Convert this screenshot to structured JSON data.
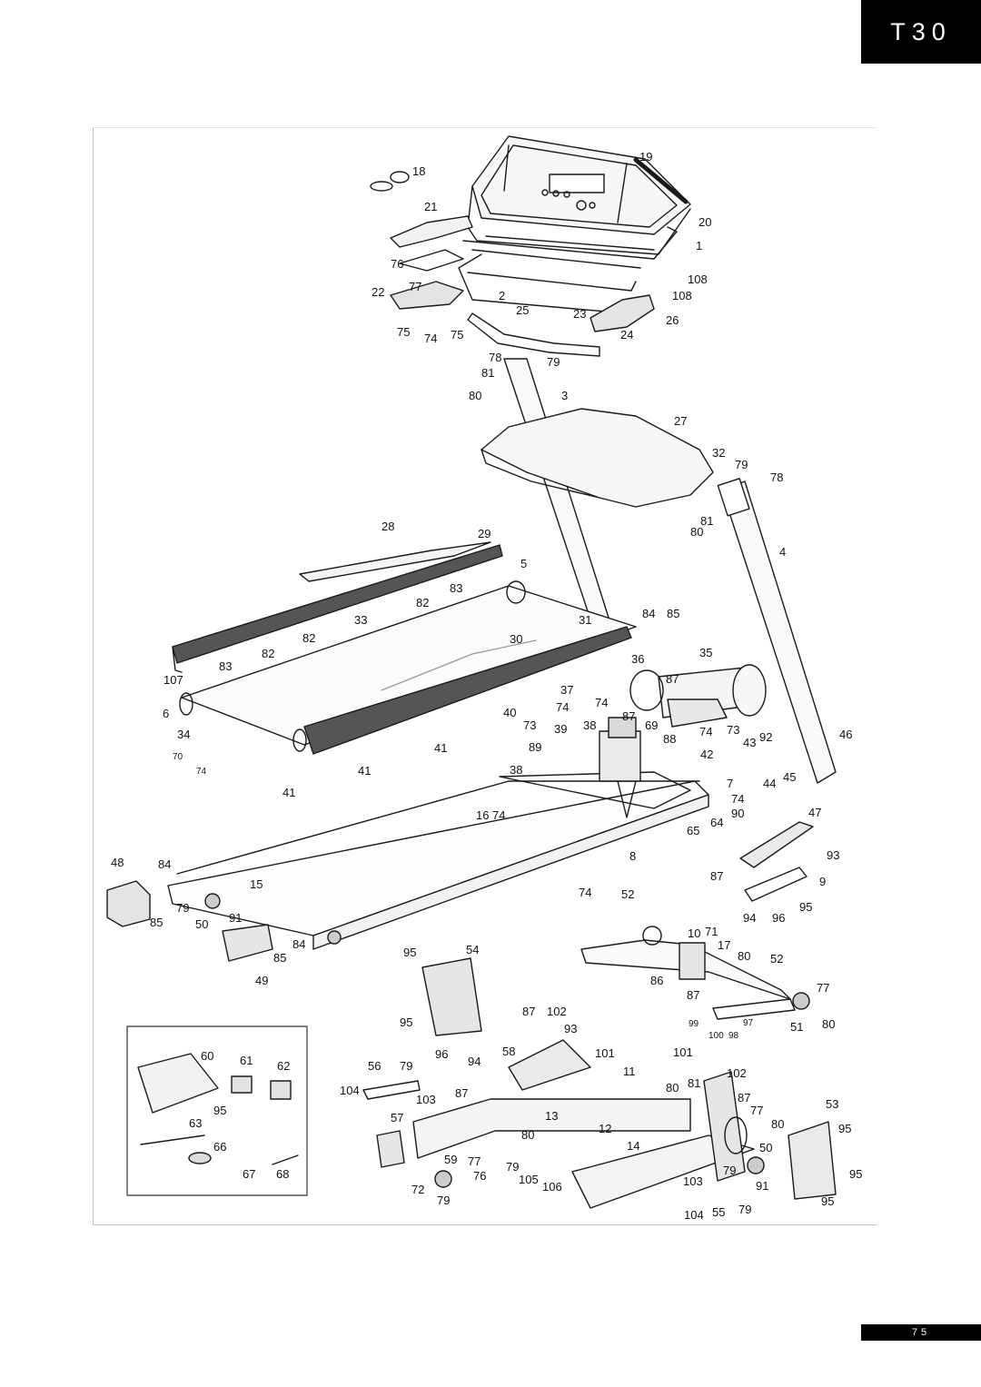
{
  "header": {
    "model": "T30"
  },
  "footer": {
    "page_number": "75"
  },
  "part_labels": [
    {
      "id": "p18",
      "text": "18"
    },
    {
      "id": "p19",
      "text": "19"
    },
    {
      "id": "p21",
      "text": "21"
    },
    {
      "id": "p20",
      "text": "20"
    },
    {
      "id": "p1",
      "text": "1"
    },
    {
      "id": "p76",
      "text": "76"
    },
    {
      "id": "p108a",
      "text": "108"
    },
    {
      "id": "p22",
      "text": "22"
    },
    {
      "id": "p77a",
      "text": "77"
    },
    {
      "id": "p2",
      "text": "2"
    },
    {
      "id": "p108b",
      "text": "108"
    },
    {
      "id": "p75a",
      "text": "75"
    },
    {
      "id": "p74a",
      "text": "74"
    },
    {
      "id": "p75b",
      "text": "75"
    },
    {
      "id": "p25",
      "text": "25"
    },
    {
      "id": "p23",
      "text": "23"
    },
    {
      "id": "p26",
      "text": "26"
    },
    {
      "id": "p24",
      "text": "24"
    },
    {
      "id": "p78a",
      "text": "78"
    },
    {
      "id": "p79a",
      "text": "79"
    },
    {
      "id": "p81a",
      "text": "81"
    },
    {
      "id": "p80a",
      "text": "80"
    },
    {
      "id": "p3",
      "text": "3"
    },
    {
      "id": "p27",
      "text": "27"
    },
    {
      "id": "p32",
      "text": "32"
    },
    {
      "id": "p79b",
      "text": "79"
    },
    {
      "id": "p78b",
      "text": "78"
    },
    {
      "id": "p81b",
      "text": "81"
    },
    {
      "id": "p80b",
      "text": "80"
    },
    {
      "id": "p28",
      "text": "28"
    },
    {
      "id": "p29",
      "text": "29"
    },
    {
      "id": "p5",
      "text": "5"
    },
    {
      "id": "p4",
      "text": "4"
    },
    {
      "id": "p83a",
      "text": "83"
    },
    {
      "id": "p82a",
      "text": "82"
    },
    {
      "id": "p33",
      "text": "33"
    },
    {
      "id": "p31",
      "text": "31"
    },
    {
      "id": "p84a",
      "text": "84"
    },
    {
      "id": "p85a",
      "text": "85"
    },
    {
      "id": "p82b",
      "text": "82"
    },
    {
      "id": "p82c",
      "text": "82"
    },
    {
      "id": "p30",
      "text": "30"
    },
    {
      "id": "p36",
      "text": "36"
    },
    {
      "id": "p35",
      "text": "35"
    },
    {
      "id": "p83b",
      "text": "83"
    },
    {
      "id": "p107",
      "text": "107"
    },
    {
      "id": "p87a",
      "text": "87"
    },
    {
      "id": "p37",
      "text": "37"
    },
    {
      "id": "p74b",
      "text": "74"
    },
    {
      "id": "p74c",
      "text": "74"
    },
    {
      "id": "p6",
      "text": "6"
    },
    {
      "id": "p40",
      "text": "40"
    },
    {
      "id": "p73a",
      "text": "73"
    },
    {
      "id": "p39",
      "text": "39"
    },
    {
      "id": "p38a",
      "text": "38"
    },
    {
      "id": "p87b",
      "text": "87"
    },
    {
      "id": "p69",
      "text": "69"
    },
    {
      "id": "p74d",
      "text": "74"
    },
    {
      "id": "p73b",
      "text": "73"
    },
    {
      "id": "p92",
      "text": "92"
    },
    {
      "id": "p46",
      "text": "46"
    },
    {
      "id": "p34",
      "text": "34"
    },
    {
      "id": "p89",
      "text": "89"
    },
    {
      "id": "p88",
      "text": "88"
    },
    {
      "id": "p43",
      "text": "43"
    },
    {
      "id": "p42",
      "text": "42"
    },
    {
      "id": "p70",
      "text": "70"
    },
    {
      "id": "p74e",
      "text": "74"
    },
    {
      "id": "p41a",
      "text": "41"
    },
    {
      "id": "p38b",
      "text": "38"
    },
    {
      "id": "p44",
      "text": "44"
    },
    {
      "id": "p45",
      "text": "45"
    },
    {
      "id": "p41b",
      "text": "41"
    },
    {
      "id": "p41c",
      "text": "41"
    },
    {
      "id": "p7",
      "text": "7"
    },
    {
      "id": "p74f",
      "text": "74"
    },
    {
      "id": "p90",
      "text": "90"
    },
    {
      "id": "p16",
      "text": "16"
    },
    {
      "id": "p74g",
      "text": "74"
    },
    {
      "id": "p65",
      "text": "65"
    },
    {
      "id": "p64",
      "text": "64"
    },
    {
      "id": "p47",
      "text": "47"
    },
    {
      "id": "p8",
      "text": "8"
    },
    {
      "id": "p93a",
      "text": "93"
    },
    {
      "id": "p48",
      "text": "48"
    },
    {
      "id": "p84b",
      "text": "84"
    },
    {
      "id": "p87c",
      "text": "87"
    },
    {
      "id": "p9",
      "text": "9"
    },
    {
      "id": "p15",
      "text": "15"
    },
    {
      "id": "p74h",
      "text": "74"
    },
    {
      "id": "p52a",
      "text": "52"
    },
    {
      "id": "p79c",
      "text": "79"
    },
    {
      "id": "p95a",
      "text": "95"
    },
    {
      "id": "p85b",
      "text": "85"
    },
    {
      "id": "p50a",
      "text": "50"
    },
    {
      "id": "p91a",
      "text": "91"
    },
    {
      "id": "p94a",
      "text": "94"
    },
    {
      "id": "p96a",
      "text": "96"
    },
    {
      "id": "p85c",
      "text": "85"
    },
    {
      "id": "p84c",
      "text": "84"
    },
    {
      "id": "p10",
      "text": "10"
    },
    {
      "id": "p71",
      "text": "71"
    },
    {
      "id": "p17",
      "text": "17"
    },
    {
      "id": "p80c",
      "text": "80"
    },
    {
      "id": "p52b",
      "text": "52"
    },
    {
      "id": "p49",
      "text": "49"
    },
    {
      "id": "p95b",
      "text": "95"
    },
    {
      "id": "p54",
      "text": "54"
    },
    {
      "id": "p86",
      "text": "86"
    },
    {
      "id": "p77b",
      "text": "77"
    },
    {
      "id": "p87d",
      "text": "87"
    },
    {
      "id": "p87e",
      "text": "87"
    },
    {
      "id": "p102a",
      "text": "102"
    },
    {
      "id": "p95c",
      "text": "95"
    },
    {
      "id": "p93b",
      "text": "93"
    },
    {
      "id": "p99",
      "text": "99"
    },
    {
      "id": "p100",
      "text": "100"
    },
    {
      "id": "p98",
      "text": "98"
    },
    {
      "id": "p97",
      "text": "97"
    },
    {
      "id": "p51",
      "text": "51"
    },
    {
      "id": "p80d",
      "text": "80"
    },
    {
      "id": "p60",
      "text": "60"
    },
    {
      "id": "p61",
      "text": "61"
    },
    {
      "id": "p62",
      "text": "62"
    },
    {
      "id": "p96b",
      "text": "96"
    },
    {
      "id": "p94b",
      "text": "94"
    },
    {
      "id": "p58",
      "text": "58"
    },
    {
      "id": "p101a",
      "text": "101"
    },
    {
      "id": "p101b",
      "text": "101"
    },
    {
      "id": "p56",
      "text": "56"
    },
    {
      "id": "p79d",
      "text": "79"
    },
    {
      "id": "p11",
      "text": "11"
    },
    {
      "id": "p104a",
      "text": "104"
    },
    {
      "id": "p103a",
      "text": "103"
    },
    {
      "id": "p87f",
      "text": "87"
    },
    {
      "id": "p80e",
      "text": "80"
    },
    {
      "id": "p81c",
      "text": "81"
    },
    {
      "id": "p102b",
      "text": "102"
    },
    {
      "id": "p87g",
      "text": "87"
    },
    {
      "id": "p95d",
      "text": "95"
    },
    {
      "id": "p53",
      "text": "53"
    },
    {
      "id": "p57",
      "text": "57"
    },
    {
      "id": "p13",
      "text": "13"
    },
    {
      "id": "p77c",
      "text": "77"
    },
    {
      "id": "p80f",
      "text": "80"
    },
    {
      "id": "p95e",
      "text": "95"
    },
    {
      "id": "p63",
      "text": "63"
    },
    {
      "id": "p12",
      "text": "12"
    },
    {
      "id": "p80g",
      "text": "80"
    },
    {
      "id": "p66",
      "text": "66"
    },
    {
      "id": "p59",
      "text": "59"
    },
    {
      "id": "p77d",
      "text": "77"
    },
    {
      "id": "p14",
      "text": "14"
    },
    {
      "id": "p50b",
      "text": "50"
    },
    {
      "id": "p76b",
      "text": "76"
    },
    {
      "id": "p79e",
      "text": "79"
    },
    {
      "id": "p79f",
      "text": "79"
    },
    {
      "id": "p91b",
      "text": "91"
    },
    {
      "id": "p95f",
      "text": "95"
    },
    {
      "id": "p67",
      "text": "67"
    },
    {
      "id": "p68",
      "text": "68"
    },
    {
      "id": "p105",
      "text": "105"
    },
    {
      "id": "p106",
      "text": "106"
    },
    {
      "id": "p103b",
      "text": "103"
    },
    {
      "id": "p72",
      "text": "72"
    },
    {
      "id": "p79g",
      "text": "79"
    },
    {
      "id": "p104b",
      "text": "104"
    },
    {
      "id": "p55",
      "text": "55"
    },
    {
      "id": "p79h",
      "text": "79"
    },
    {
      "id": "p95g",
      "text": "95"
    }
  ],
  "colors": {
    "line": "#1a1a1a",
    "shade": "#cfcfcf",
    "dark": "#2a2a2a",
    "tab": "#000000"
  }
}
